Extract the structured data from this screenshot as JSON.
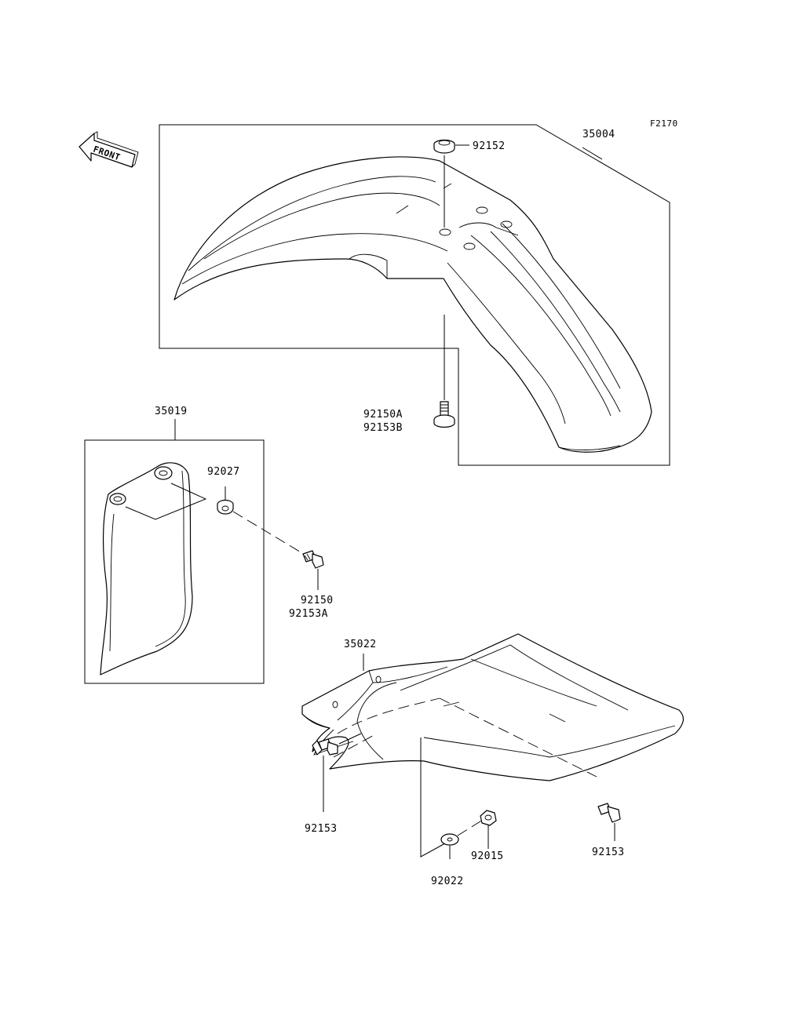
{
  "figure_code": "F2170",
  "direction_label": "FRONT",
  "parts": {
    "front_fender": "35004",
    "fender_upper_grommet": "92152",
    "fender_bolt_a": "92150A",
    "fender_bolt_b": "92153B",
    "mud_flap": "35019",
    "flap_collar": "92027",
    "flap_bolt_a": "92150",
    "flap_bolt_b": "92153A",
    "rear_fender": "35022",
    "rear_bolt_left": "92153",
    "rear_nut": "92015",
    "rear_washer": "92022",
    "rear_bolt_right": "92153"
  }
}
